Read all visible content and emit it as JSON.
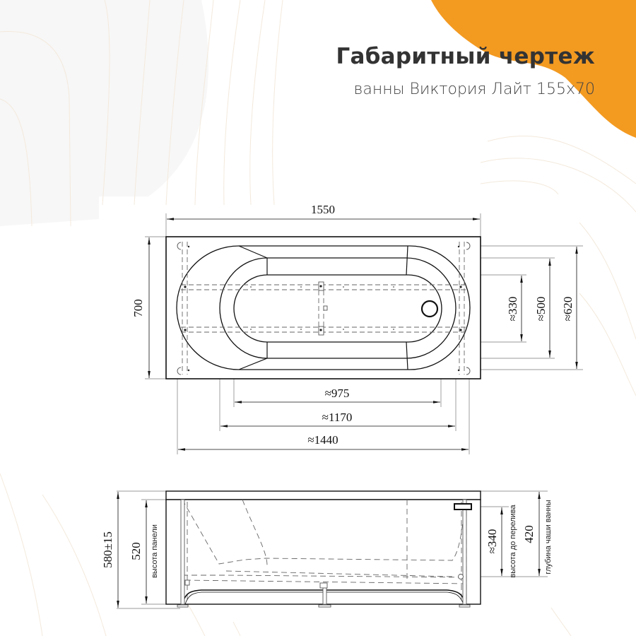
{
  "header": {
    "title": "Габаритный чертеж",
    "subtitle": "ванны Виктория Лайт 155x70"
  },
  "colors": {
    "accent": "#F39A21",
    "title_text": "#333333",
    "drawing_line": "#111111",
    "background_shape": "#F7F7F7"
  },
  "top_view": {
    "length": "1550",
    "width": "700",
    "dim_975": "≈975",
    "dim_1170": "≈1170",
    "dim_1440": "≈1440",
    "dim_330": "≈330",
    "dim_500": "≈500",
    "dim_620": "≈620"
  },
  "side_view": {
    "total_height": "580±15",
    "panel_height": "520",
    "panel_height_label": "высота панели",
    "overflow_height": "≈340",
    "overflow_height_label": "высота до перелива",
    "bowl_depth": "420",
    "bowl_depth_label": "глубина чаши ванны"
  }
}
